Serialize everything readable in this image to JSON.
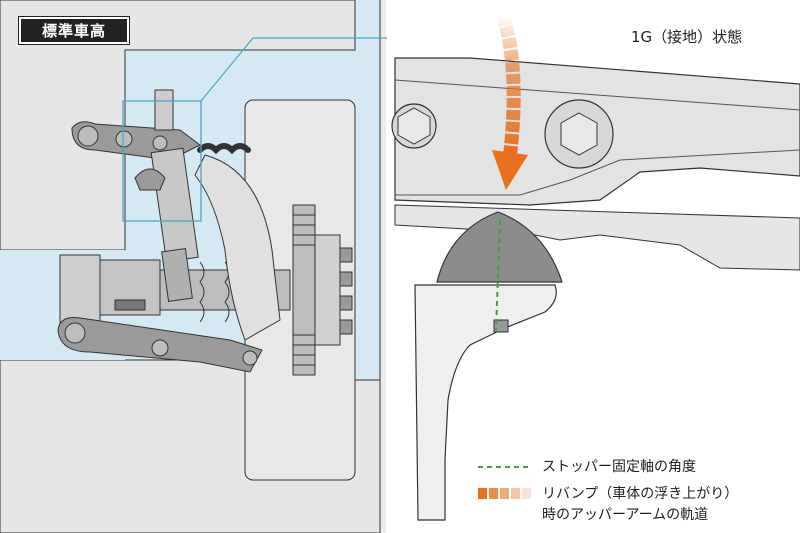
{
  "diagram": {
    "state_tag": "標準車高",
    "callout_label": "1G（接地）状態",
    "legend": {
      "stopper_axis_label": "ストッパー固定軸の角度",
      "rebound_label_line1": "リバンプ（車体の浮き上がり）",
      "rebound_label_line2": "時のアッパーアームの軌道"
    },
    "colors": {
      "background_blue": "#d5e9f5",
      "panel_gray": "#e6e6e6",
      "part_gray": "#bdbdbd",
      "dark_gray": "#8a8a8a",
      "arrow_orange": "#e8701e",
      "axis_green": "#3aa635",
      "leader_cyan": "#4aa7c9",
      "outline": "#333333"
    }
  }
}
